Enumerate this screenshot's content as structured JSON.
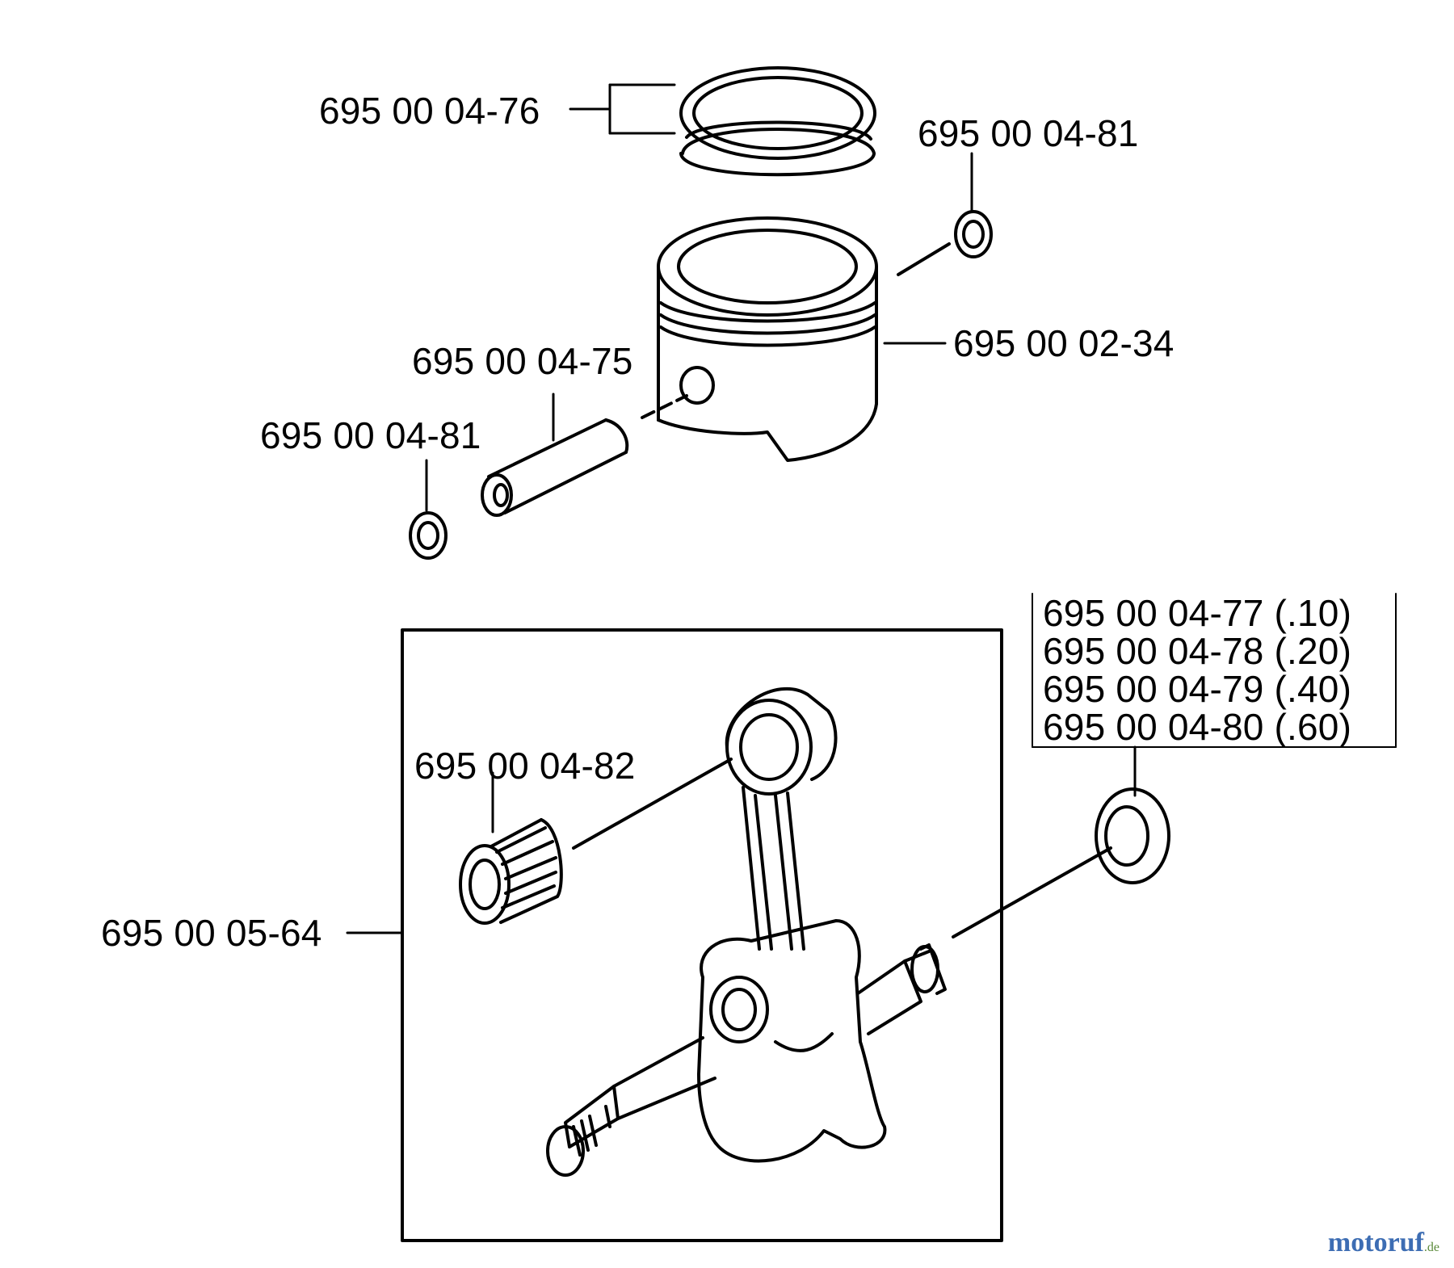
{
  "parts": {
    "piston_rings": "695 00 04-76",
    "circlip_upper": "695 00 04-81",
    "piston": "695 00 02-34",
    "piston_pin": "695 00 04-75",
    "circlip_lower": "695 00 04-81",
    "needle_bearing": "695 00 04-82",
    "crankshaft_assembly": "695 00 05-64",
    "thrust_washers": [
      "695 00 04-77 (.10)",
      "695 00 04-78 (.20)",
      "695 00 04-79 (.40)",
      "695 00 04-80 (.60)"
    ]
  },
  "watermark": {
    "text": "motoruf",
    "suffix": ".de"
  }
}
